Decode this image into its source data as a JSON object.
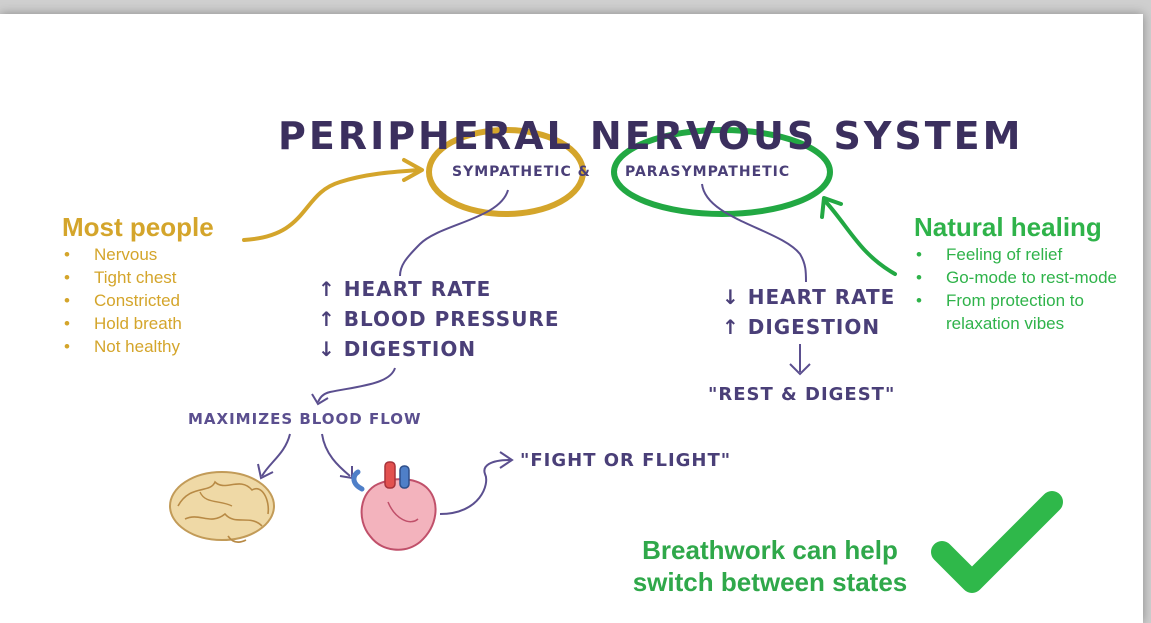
{
  "diagram": {
    "title": "PERIPHERAL NERVOUS SYSTEM",
    "sympathetic_label": "SYMPATHETIC &",
    "parasympathetic_label": "PARASYMPATHETIC",
    "sympathetic_effects": [
      "↑ HEART RATE",
      "↑ BLOOD PRESSURE",
      "↓ DIGESTION"
    ],
    "parasympathetic_effects": [
      "↓ HEART RATE",
      "↑ DIGESTION"
    ],
    "rest_digest": "\"REST & DIGEST\"",
    "maximizes": "MAXIMIZES BLOOD FLOW",
    "fight_flight": "\"FIGHT OR FLIGHT\""
  },
  "left_panel": {
    "heading": "Most people",
    "items": [
      "Nervous",
      "Tight chest",
      "Constricted",
      "Hold breath",
      "Not healthy"
    ],
    "color": "#d4a52b"
  },
  "right_panel": {
    "heading": "Natural healing",
    "items": [
      "Feeling of relief",
      "Go-mode to rest-mode",
      "From protection to relaxation vibes"
    ],
    "color": "#2fb34a"
  },
  "footer": {
    "line1": "Breathwork can help",
    "line2": "switch between states"
  },
  "bullet_char": "•",
  "icons": [
    "brain-icon",
    "heart-icon",
    "checkmark-icon"
  ]
}
